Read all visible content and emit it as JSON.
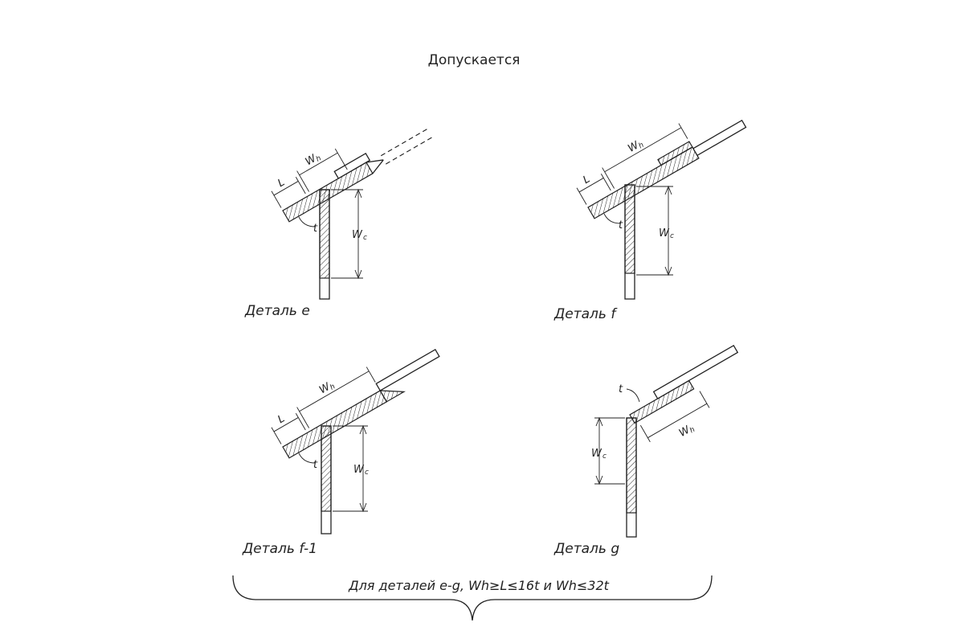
{
  "title": "Допускается",
  "details": [
    {
      "id": "e",
      "caption": "Деталь e"
    },
    {
      "id": "f",
      "caption": "Деталь f"
    },
    {
      "id": "f1",
      "caption": "Деталь f-1"
    },
    {
      "id": "g",
      "caption": "Деталь g"
    }
  ],
  "labels": {
    "W": "W",
    "h": "h",
    "c": "c",
    "L": "L",
    "t": "t"
  },
  "footnote": "Для деталей e-g, Wh≥L≤16t и Wh≤32t"
}
